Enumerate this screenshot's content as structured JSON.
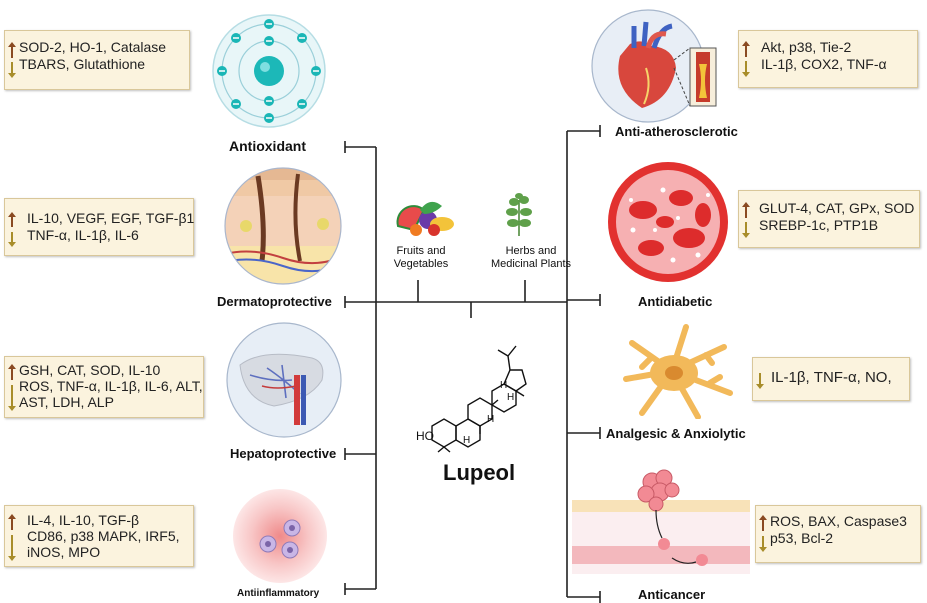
{
  "center": {
    "compound": "Lupeol",
    "sources": [
      "Fruits and\nVegetables",
      "Herbs and\nMedicinal Plants"
    ],
    "structure_labels": {
      "ho": "HO",
      "h": "H"
    }
  },
  "left": [
    {
      "label": "Antioxidant",
      "icon": "atom-icon",
      "up": "SOD-2, HO-1, Catalase",
      "down": "TBARS, Glutathione"
    },
    {
      "label": "Dermatoprotective",
      "icon": "skin-cross-section-icon",
      "up": "IL-10, VEGF, EGF, TGF-β1",
      "down": "TNF-α, IL-1β, IL-6"
    },
    {
      "label": "Hepatoprotective",
      "icon": "liver-icon",
      "up": "GSH, CAT, SOD, IL-10",
      "down": "ROS, TNF-α, IL-1β, IL-6, ALT,",
      "down2": "AST, LDH, ALP"
    },
    {
      "label": "Antiinflammatory",
      "icon": "inflammatory-cells-icon",
      "up": "IL-4, IL-10, TGF-β",
      "down": "CD86, p38 MAPK, IRF5,",
      "down2": "iNOS, MPO"
    }
  ],
  "right": [
    {
      "label": "Anti-atherosclerotic",
      "icon": "heart-artery-icon",
      "up": "Akt, p38, Tie-2",
      "down": "IL-1β, COX2, TNF-α"
    },
    {
      "label": "Antidiabetic",
      "icon": "blood-cells-icon",
      "up": "GLUT-4, CAT, GPx, SOD",
      "down": "SREBP-1c, PTP1B"
    },
    {
      "label": "Analgesic & Anxiolytic",
      "icon": "neuron-icon",
      "down": "IL-1β, TNF-α, NO,"
    },
    {
      "label": "Anticancer",
      "icon": "tumor-vessel-icon",
      "up": "ROS, BAX, Caspase3",
      "down": "p53, Bcl-2"
    }
  ],
  "colors": {
    "up_arrow": "#8a4a22",
    "down_arrow": "#a88d2a",
    "box_bg": "#fbf3de",
    "box_border": "#d9c79a"
  }
}
